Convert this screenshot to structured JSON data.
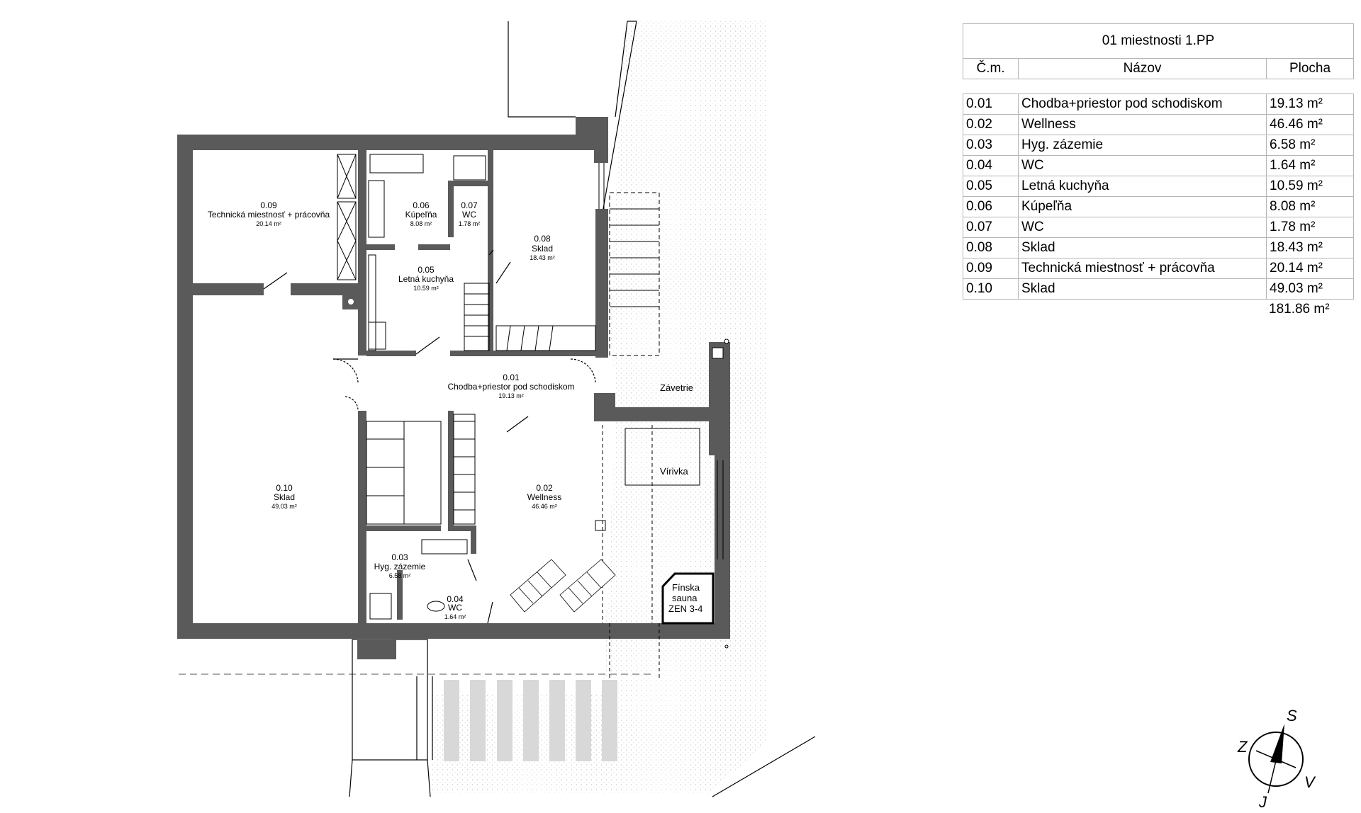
{
  "schedule": {
    "title": "01 miestnosti 1.PP",
    "headers": [
      "Č.m.",
      "Názov",
      "Plocha"
    ],
    "rows": [
      {
        "num": "0.01",
        "name": "Chodba+priestor pod schodiskom",
        "area": "19.13 m²"
      },
      {
        "num": "0.02",
        "name": "Wellness",
        "area": "46.46 m²"
      },
      {
        "num": "0.03",
        "name": "Hyg. zázemie",
        "area": "6.58 m²"
      },
      {
        "num": "0.04",
        "name": "WC",
        "area": "1.64 m²"
      },
      {
        "num": "0.05",
        "name": "Letná kuchyňa",
        "area": "10.59 m²"
      },
      {
        "num": "0.06",
        "name": "Kúpeľňa",
        "area": "8.08 m²"
      },
      {
        "num": "0.07",
        "name": "WC",
        "area": "1.78 m²"
      },
      {
        "num": "0.08",
        "name": "Sklad",
        "area": "18.43 m²"
      },
      {
        "num": "0.09",
        "name": "Technická miestnosť + prácovňa",
        "area": "20.14 m²"
      },
      {
        "num": "0.10",
        "name": "Sklad",
        "area": "49.03 m²"
      }
    ],
    "total": "181.86 m²"
  },
  "plan": {
    "rooms": {
      "r001": {
        "num": "0.01",
        "name": "Chodba+priestor pod schodiskom",
        "area": "19.13 m²"
      },
      "r002": {
        "num": "0.02",
        "name": "Wellness",
        "area": "46.46 m²"
      },
      "r003": {
        "num": "0.03",
        "name": "Hyg. zázemie",
        "area": "6.58 m²"
      },
      "r004": {
        "num": "0.04",
        "name": "WC",
        "area": "1.64 m²"
      },
      "r005": {
        "num": "0.05",
        "name": "Letná kuchyňa",
        "area": "10.59 m²"
      },
      "r006": {
        "num": "0.06",
        "name": "Kúpeľňa",
        "area": "8.08 m²"
      },
      "r007": {
        "num": "0.07",
        "name": "WC",
        "area": "1.78 m²"
      },
      "r008": {
        "num": "0.08",
        "name": "Sklad",
        "area": "18.43 m²"
      },
      "r009": {
        "num": "0.09",
        "name": "Technická miestnosť + prácovňa",
        "area": "20.14 m²"
      },
      "r010": {
        "num": "0.10",
        "name": "Sklad",
        "area": "49.03 m²"
      }
    },
    "notes": {
      "zavetrie": "Závetrie",
      "virivka": "Vírivka",
      "sauna_l1": "Fínska",
      "sauna_l2": "sauna",
      "sauna_l3": "ZEN 3-4"
    }
  },
  "compass": {
    "s": "S",
    "j": "J",
    "z": "Z",
    "v": "V"
  },
  "colors": {
    "wall": "#5a5a5a",
    "line": "#000000",
    "table_border": "#b5b5b5",
    "terrain": "#e4e4e4"
  }
}
